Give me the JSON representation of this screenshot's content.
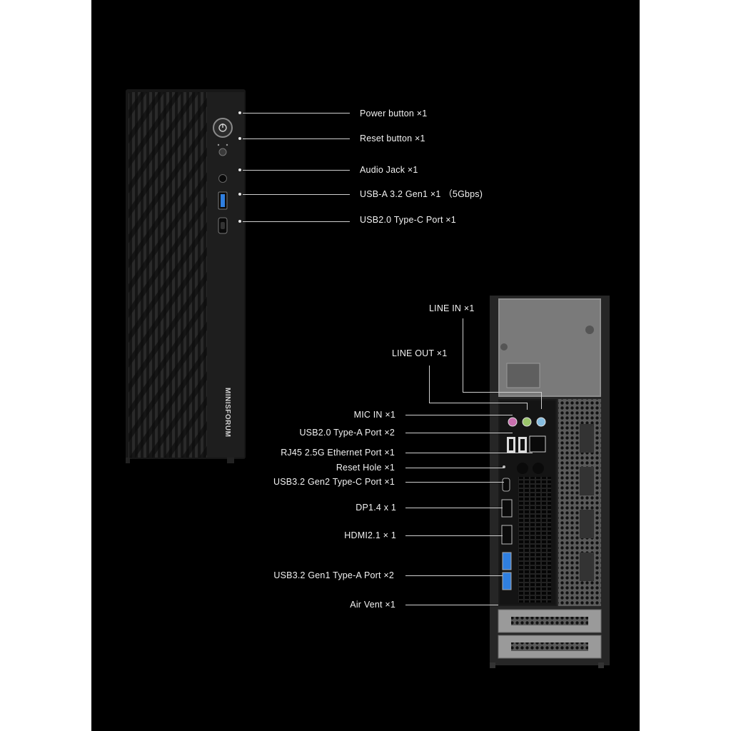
{
  "brand": {
    "logo_text": "MINISFORUM"
  },
  "front_ports": {
    "power_button": "Power button ×1",
    "reset_button": "Reset button ×1",
    "audio_jack": "Audio Jack ×1",
    "usb_a": "USB-A 3.2 Gen1 ×1 （5Gbps)",
    "usb_c": "USB2.0 Type-C Port  ×1"
  },
  "rear_ports": {
    "line_in": "LINE IN  ×1",
    "line_out": "LINE OUT  ×1",
    "mic_in": "MIC IN  ×1",
    "usb2_a": "USB2.0 Type-A Port ×2",
    "rj45": "RJ45 2.5G Ethernet Port ×1",
    "reset_hole": "Reset Hole ×1",
    "usb32_gen2_c": "USB3.2 Gen2 Type-C Port ×1",
    "dp": "DP1.4 x 1",
    "hdmi": "HDMI2.1 × 1",
    "usb32_gen1_a": "USB3.2 Gen1 Type-A Port  ×2",
    "air_vent": "Air Vent ×1"
  },
  "colors": {
    "background": "#000000",
    "chassis": "#1a1a1a",
    "text": "#f2f2f2",
    "usb3_blue": "#2f7fe0"
  }
}
